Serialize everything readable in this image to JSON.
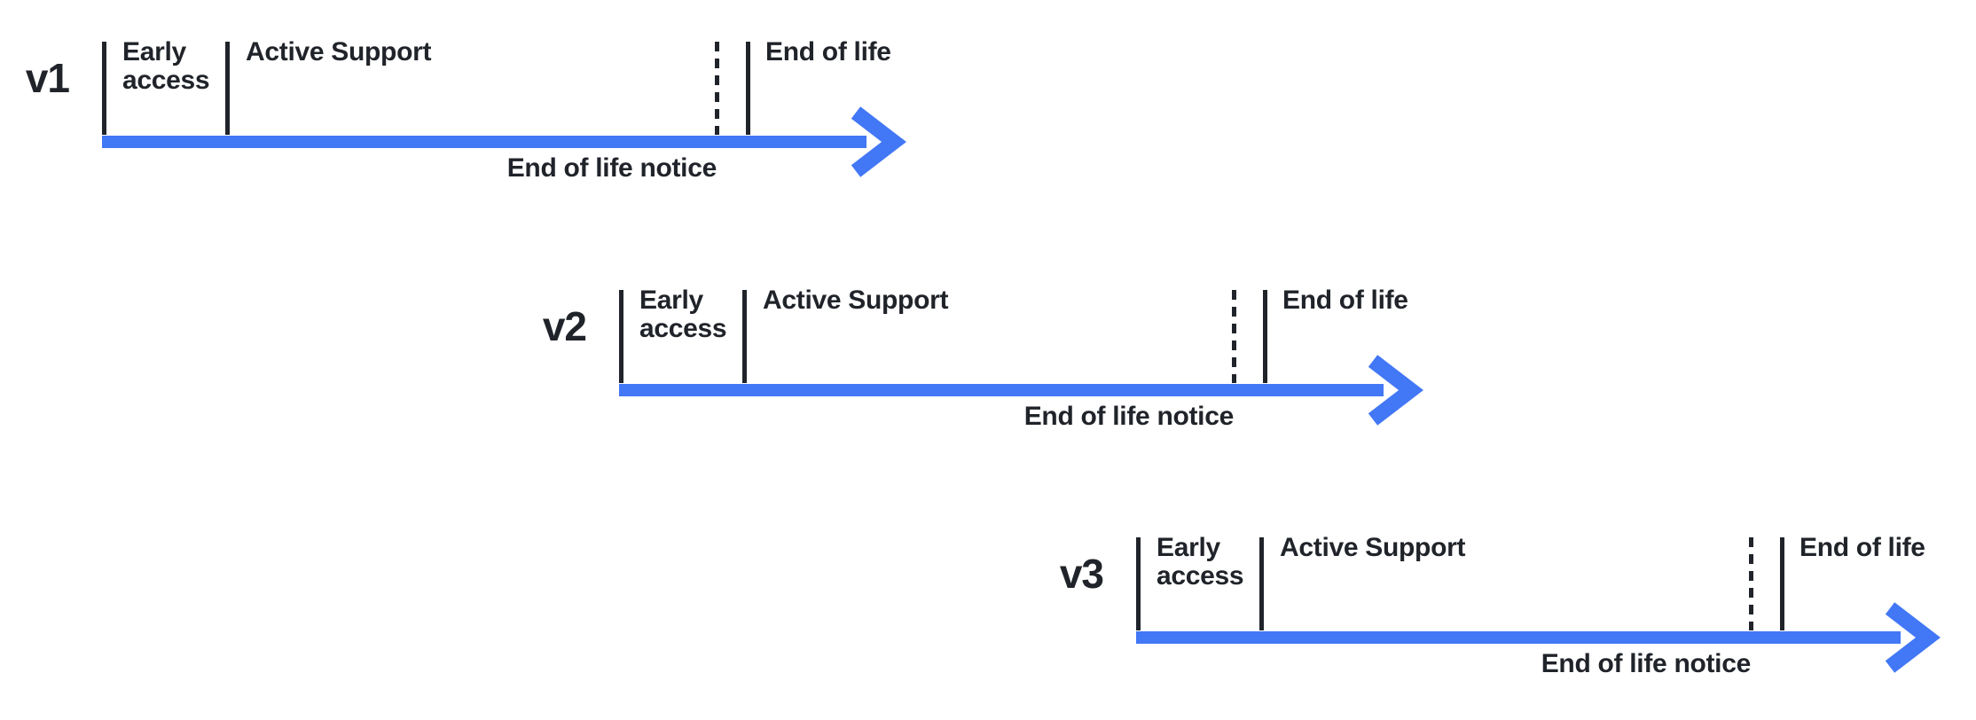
{
  "diagram": {
    "type": "release-lifecycle-timelines",
    "colors": {
      "accent": "#4277F5",
      "ink": "#20242A",
      "background": "#FFFFFF"
    },
    "phase_labels": {
      "early_access": "Early access",
      "active_support": "Active Support",
      "end_of_life": "End of life",
      "end_of_life_notice": "End of life notice"
    },
    "timelines": [
      {
        "version": "v1"
      },
      {
        "version": "v2"
      },
      {
        "version": "v3"
      }
    ]
  }
}
